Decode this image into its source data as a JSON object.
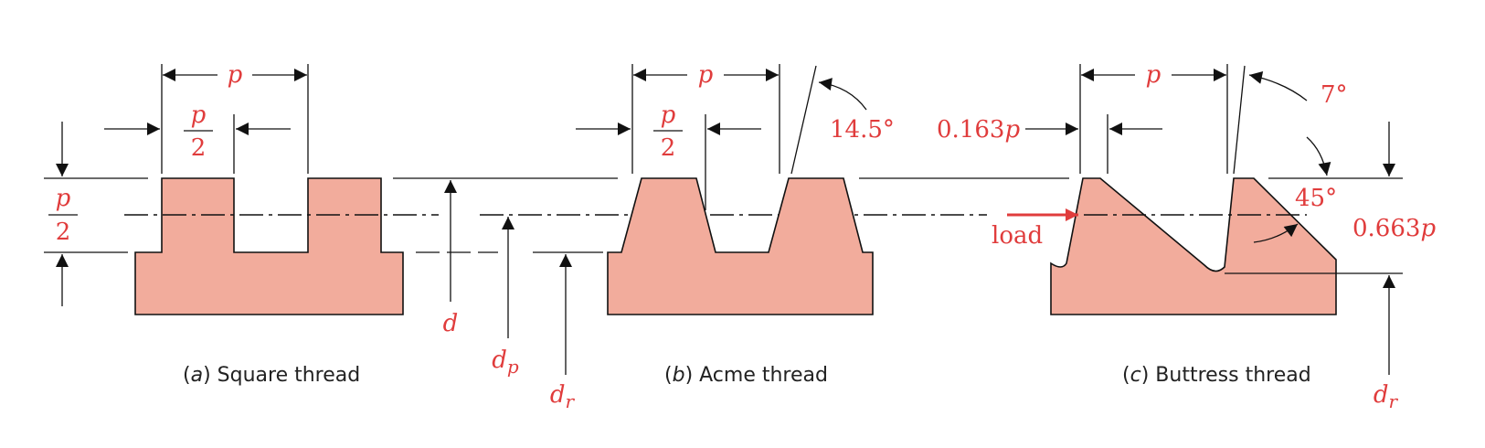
{
  "labels": {
    "p": "p",
    "two": "2",
    "d": "d",
    "dp_main": "d",
    "dp_sub": "p",
    "dr_main": "d",
    "dr_sub": "r",
    "acme_angle": "14.5°",
    "buttress_fraction": "0.163",
    "buttress_angle_top": "7°",
    "buttress_angle_45": "45°",
    "buttress_depth": "0.663",
    "load": "load"
  },
  "captions": {
    "a_letter": "a",
    "a_text": "Square thread",
    "b_letter": "b",
    "b_text": "Acme thread",
    "c_letter": "c",
    "c_text": "Buttress thread"
  },
  "colors": {
    "thread_fill": "#f2ac9c",
    "label_red": "#e03c3c",
    "line": "#111111"
  }
}
